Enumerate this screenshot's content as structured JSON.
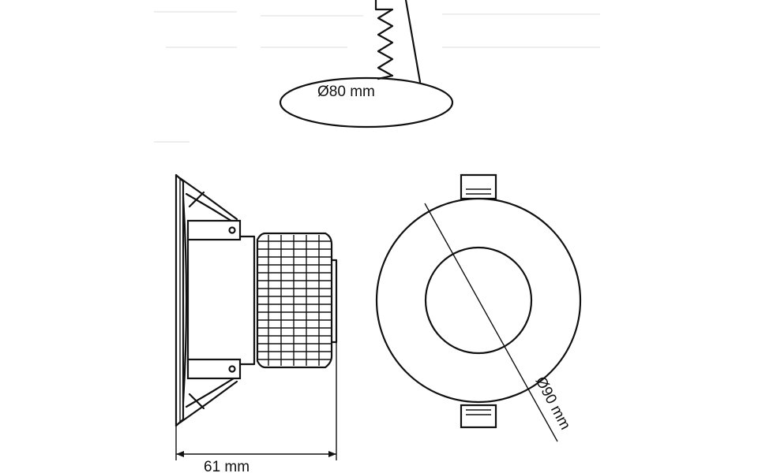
{
  "dimensions": {
    "cutout_diameter": "Ø80 mm",
    "outer_diameter": "Ø90 mm",
    "depth": "61 mm"
  },
  "colors": {
    "line": "#111111",
    "background": "#ffffff"
  }
}
